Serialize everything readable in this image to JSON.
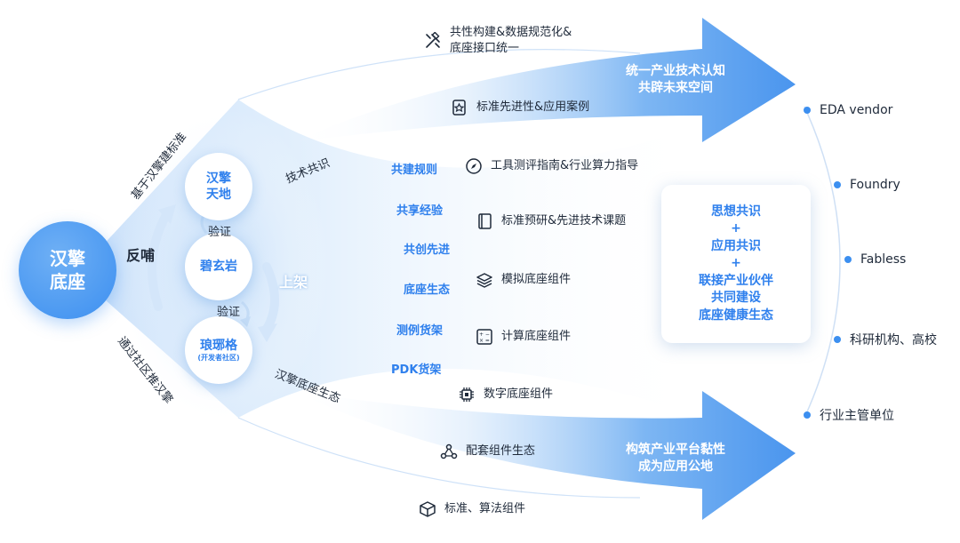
{
  "hub": {
    "line1": "汉擎",
    "line2": "底座"
  },
  "nodes": {
    "top": {
      "line1": "汉擎",
      "line2": "天地"
    },
    "middle": {
      "label": "碧玄岩"
    },
    "bottom": {
      "label": "琅琊格",
      "sub": "(开发者社区)"
    }
  },
  "small_labels": {
    "verify_top": "验证",
    "verify_bottom": "验证"
  },
  "side_labels": {
    "feedback": "反哺",
    "publish": "上架",
    "based_standard": "基于汉擎建标准",
    "community": "通过社区推汉擎",
    "tech_consensus": "技术共识",
    "ecosystem": "汉擎底座生态"
  },
  "categories": [
    "共建规则",
    "共享经验",
    "共创先进",
    "底座生态",
    "测例货架",
    "PDK货架"
  ],
  "items": [
    {
      "icon": "tools-icon",
      "text": "共性构建&数据规范化&\n底座接口统一"
    },
    {
      "icon": "award-doc-icon",
      "text": "标准先进性&应用案例"
    },
    {
      "icon": "compass-icon",
      "text": "工具测评指南&行业算力指导"
    },
    {
      "icon": "book-icon",
      "text": "标准预研&先进技术课题"
    },
    {
      "icon": "layers-icon",
      "text": "模拟底座组件"
    },
    {
      "icon": "calculator-icon",
      "text": "计算底座组件"
    },
    {
      "icon": "chip-icon",
      "text": "数字底座组件"
    },
    {
      "icon": "network-icon",
      "text": "配套组件生态"
    },
    {
      "icon": "cube-icon",
      "text": "标准、算法组件"
    }
  ],
  "arrows": {
    "top": {
      "line1": "统一产业技术认知",
      "line2": "共辟未来空间"
    },
    "bottom": {
      "line1": "构筑产业平台黏性",
      "line2": "成为应用公地"
    }
  },
  "consensus": [
    "思想共识",
    "+",
    "应用共识",
    "+",
    "联接产业伙伴",
    "共同建设",
    "底座健康生态"
  ],
  "targets": [
    "EDA vendor",
    "Foundry",
    "Fabless",
    "科研机构、高校",
    "行业主管单位"
  ],
  "colors": {
    "primary": "#2f80ed",
    "hub": "#3c8ff0",
    "fan": "#dbeafb"
  }
}
